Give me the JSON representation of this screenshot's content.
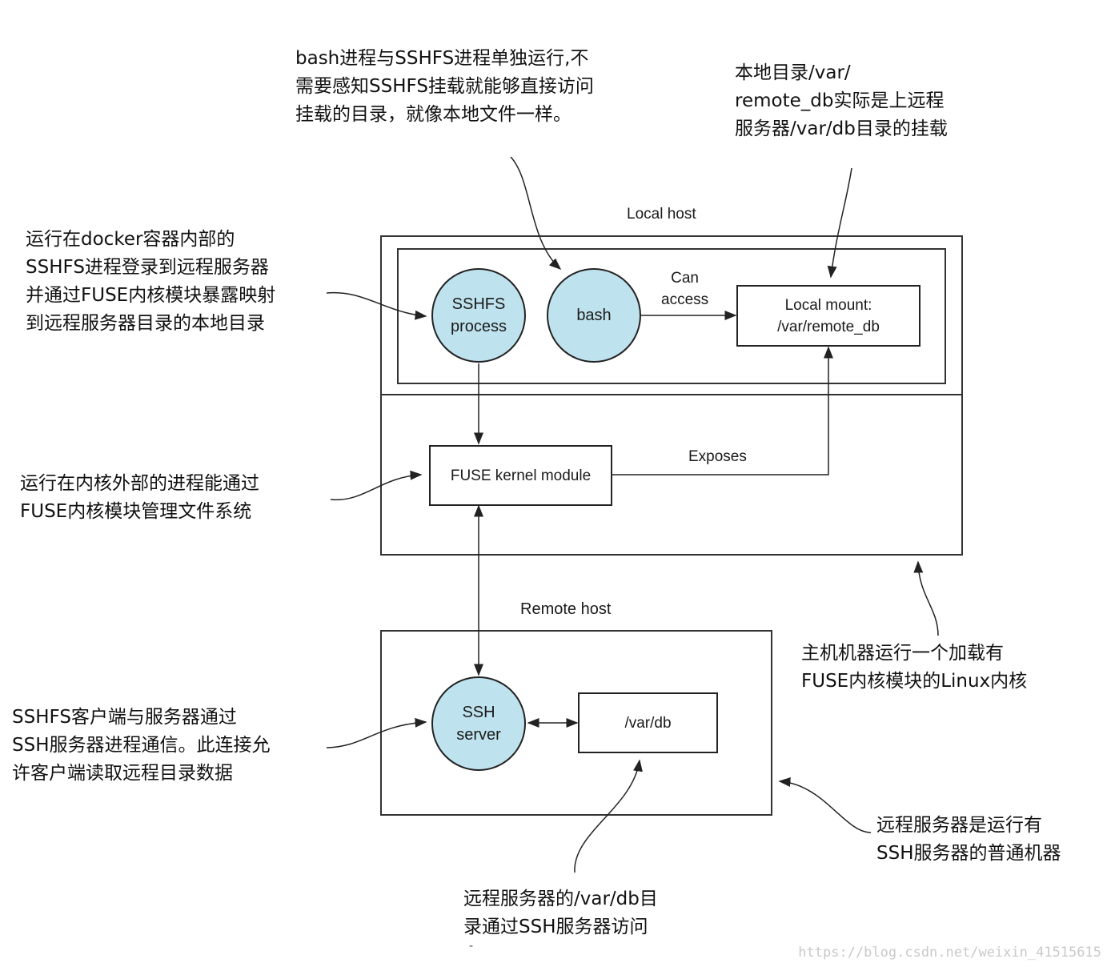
{
  "annotations": {
    "bash_note": [
      "bash进程与SSHFS进程单独运行,不",
      "需要感知SSHFS挂载就能够直接访问",
      "挂载的目录，就像本地文件一样。"
    ],
    "mount_note": [
      "本地目录/var/",
      "remote_db实际是上远程",
      "服务器/var/db目录的挂载"
    ],
    "sshfs_note": [
      "运行在docker容器内部的",
      "SSHFS进程登录到远程服务器",
      "并通过FUSE内核模块暴露映射",
      "到远程服务器目录的本地目录"
    ],
    "fuse_note": [
      "运行在内核外部的进程能通过",
      "FUSE内核模块管理文件系统"
    ],
    "host_note": [
      "主机机器运行一个加载有",
      "FUSE内核模块的Linux内核"
    ],
    "ssh_note": [
      "SSHFS客户端与服务器通过",
      "SSH服务器进程通信。此连接允",
      "许客户端读取远程目录数据"
    ],
    "remote_note": [
      "远程服务器是运行有",
      "SSH服务器的普通机器"
    ],
    "vardb_note": [
      "远程服务器的/var/db目",
      "录通过SSH服务器访问"
    ]
  },
  "diagram": {
    "local_host_label": "Local host",
    "remote_host_label": "Remote host",
    "sshfs_node": [
      "SSHFS",
      "process"
    ],
    "bash_node": "bash",
    "local_mount": [
      "Local mount:",
      "/var/remote_db"
    ],
    "can_access": [
      "Can",
      "access"
    ],
    "fuse_module": "FUSE kernel module",
    "exposes": "Exposes",
    "ssh_node": [
      "SSH",
      "server"
    ],
    "var_db": "/var/db"
  },
  "watermark": "https://blog.csdn.net/weixin_41515615",
  "stray_mark": "-"
}
